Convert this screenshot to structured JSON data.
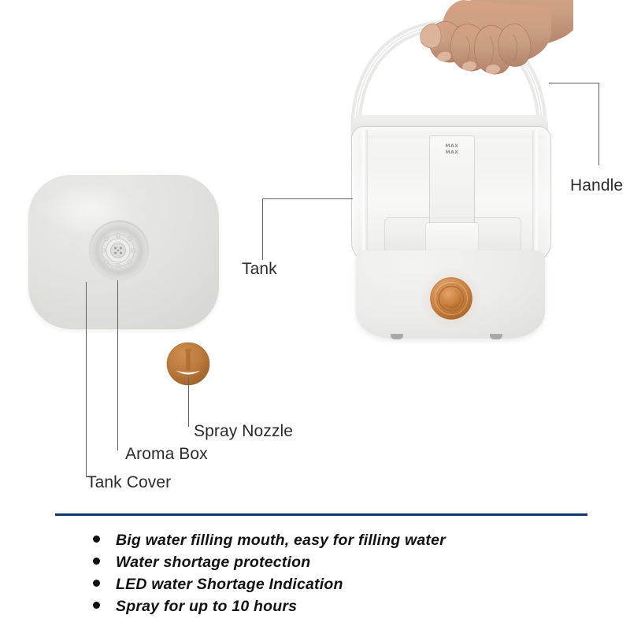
{
  "diagram": {
    "title": "Humidifier parts callout diagram",
    "accent_color": "#14356e",
    "label_color": "#2b2b2b",
    "leader_color": "#5f6166",
    "copper_color": "#c07d3e"
  },
  "callouts": {
    "handle": "Handle",
    "tank": "Tank",
    "spray_nozzle": "Spray Nozzle",
    "aroma_box": "Aroma Box",
    "tank_cover": "Tank Cover"
  },
  "tank_marks": {
    "line1": "MAX",
    "line2": "MAX"
  },
  "features": [
    "Big water filling mouth, easy for filling water",
    "Water shortage protection",
    "LED water Shortage Indication",
    "Spray for up to 10 hours"
  ]
}
